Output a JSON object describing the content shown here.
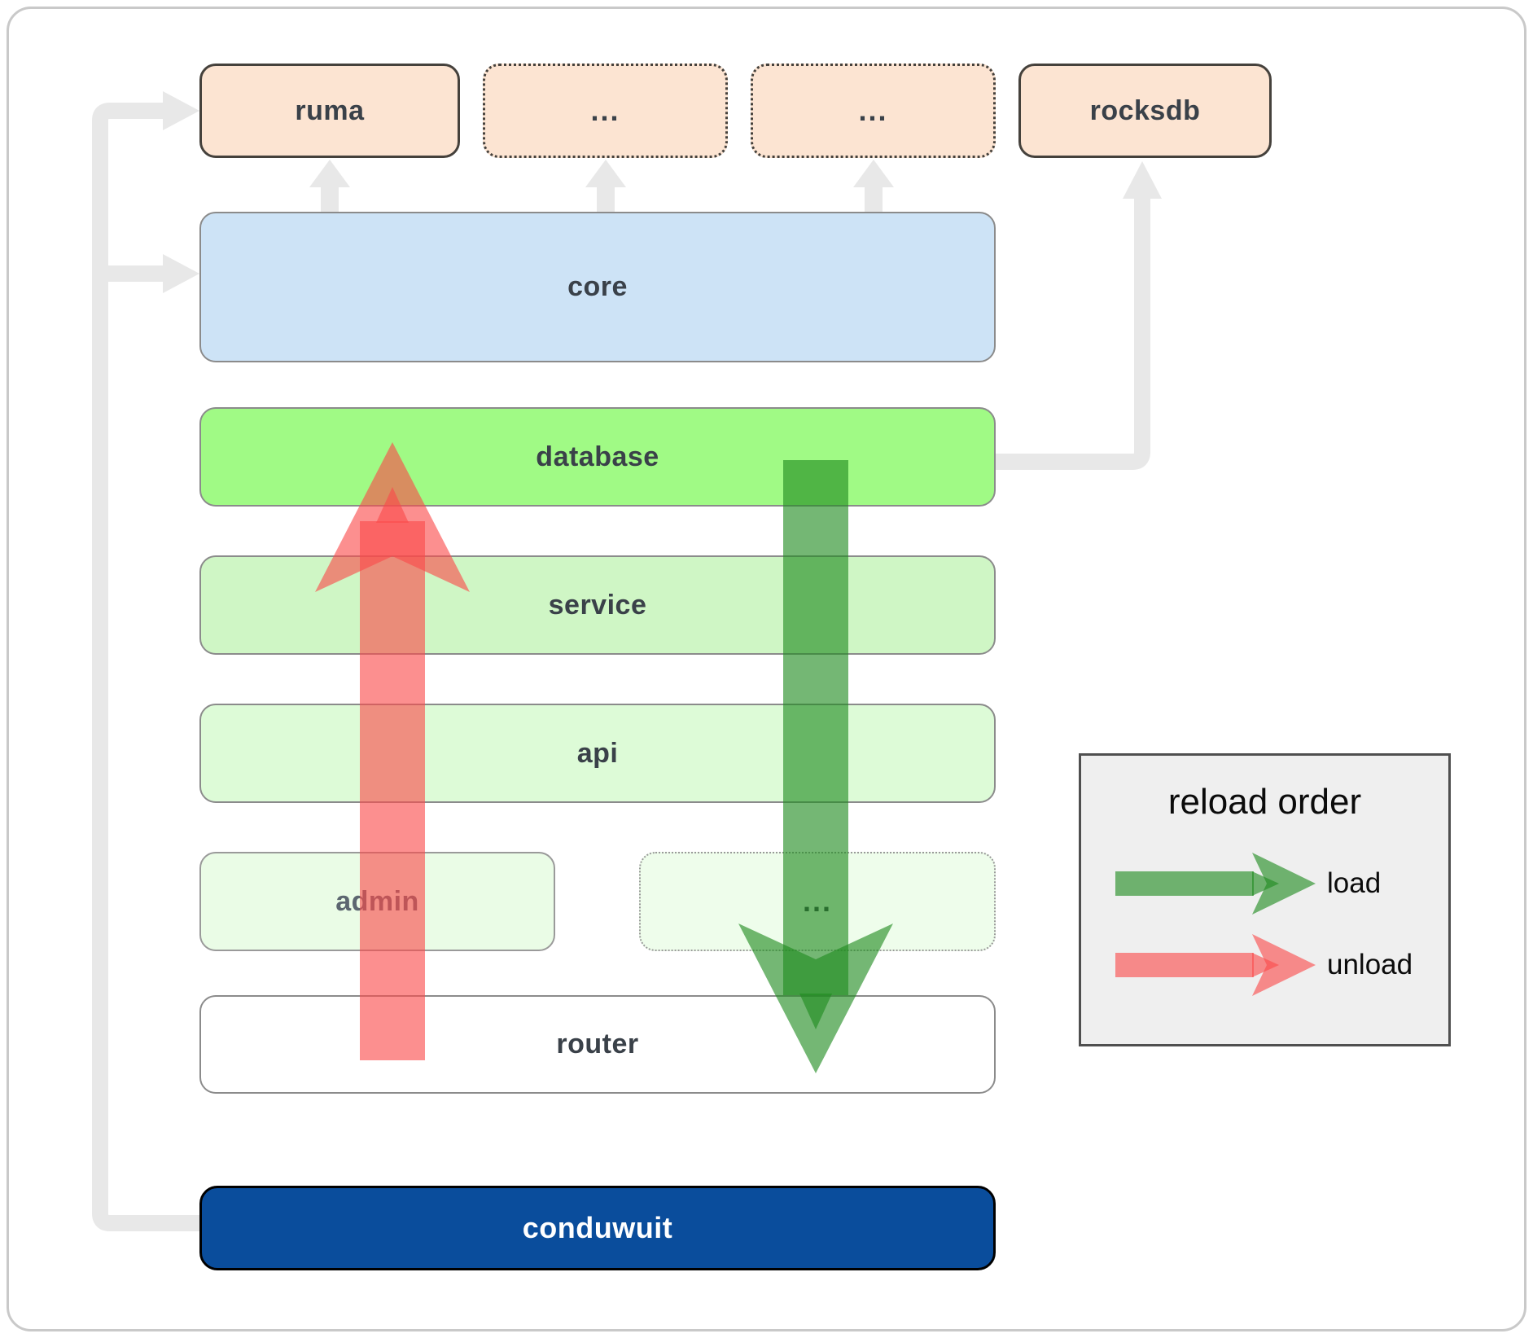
{
  "diagram": {
    "top_row": [
      {
        "label": "ruma"
      },
      {
        "label": "..."
      },
      {
        "label": "..."
      },
      {
        "label": "rocksdb"
      }
    ],
    "core": {
      "label": "core"
    },
    "database": {
      "label": "database"
    },
    "service": {
      "label": "service"
    },
    "api": {
      "label": "api"
    },
    "admin": {
      "label": "admin"
    },
    "admin_more": {
      "label": "..."
    },
    "router": {
      "label": "router"
    },
    "app": {
      "label": "conduwuit"
    }
  },
  "legend": {
    "title": "reload order",
    "items": [
      {
        "label": "load",
        "color": "#1f8b1f"
      },
      {
        "label": "unload",
        "color": "#fa4a4a"
      }
    ]
  },
  "colors": {
    "peach_fill": "#fce4d2",
    "peach_border": "#45413c",
    "core_fill": "#cde3f6",
    "database_fill": "#a0fa85",
    "service_fill": "#cff6c5",
    "api_fill": "#ddfbd7",
    "admin_fill": "#eafce6",
    "admin_more_fill": "#eefdeb",
    "router_fill": "#ffffff",
    "app_fill": "#0a4d9c",
    "app_text": "#ffffff",
    "box_border": "#8b8b8b",
    "admin_border": "#9a9a9a",
    "label_text": "#3a4149",
    "admin_label_text": "#5c6670",
    "legend_fill": "#efefef",
    "legend_border": "#4f4f4f",
    "legend_text": "#0b0b0b",
    "connector_gray": "#e8e8e8",
    "load_arrow": "#1f8b1f",
    "unload_arrow": "#fa4a4a",
    "arrow_opacity": "0.62"
  }
}
